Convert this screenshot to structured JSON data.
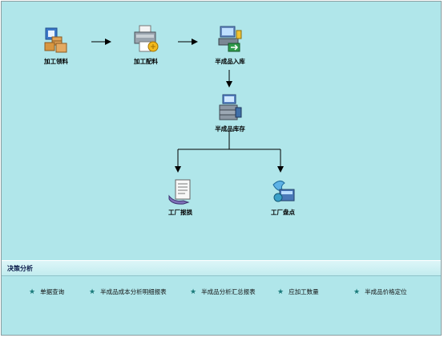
{
  "flow": {
    "nodes": [
      {
        "id": "processing-pick",
        "label": "加工领料",
        "icon": "boxes-icon"
      },
      {
        "id": "processing-batch",
        "label": "加工配料",
        "icon": "printer-icon"
      },
      {
        "id": "semi-inbound",
        "label": "半成品入库",
        "icon": "inbound-icon"
      },
      {
        "id": "semi-stock",
        "label": "半成品库存",
        "icon": "server-stack-icon"
      },
      {
        "id": "factory-scrap",
        "label": "工厂报损",
        "icon": "document-icon"
      },
      {
        "id": "factory-count",
        "label": "工厂盘点",
        "icon": "audit-icon"
      }
    ]
  },
  "decision": {
    "title": "决策分析",
    "links": [
      {
        "label": "单据查询"
      },
      {
        "label": "半成品成本分析明细报表"
      },
      {
        "label": "半成品分析汇总报表"
      },
      {
        "label": "应加工数量"
      },
      {
        "label": "半成品价格定位"
      }
    ],
    "star_glyph": "★"
  },
  "colors": {
    "background": "#b0e6ea",
    "accent": "#1a7a7a",
    "section_bar": "#c2ecef"
  }
}
